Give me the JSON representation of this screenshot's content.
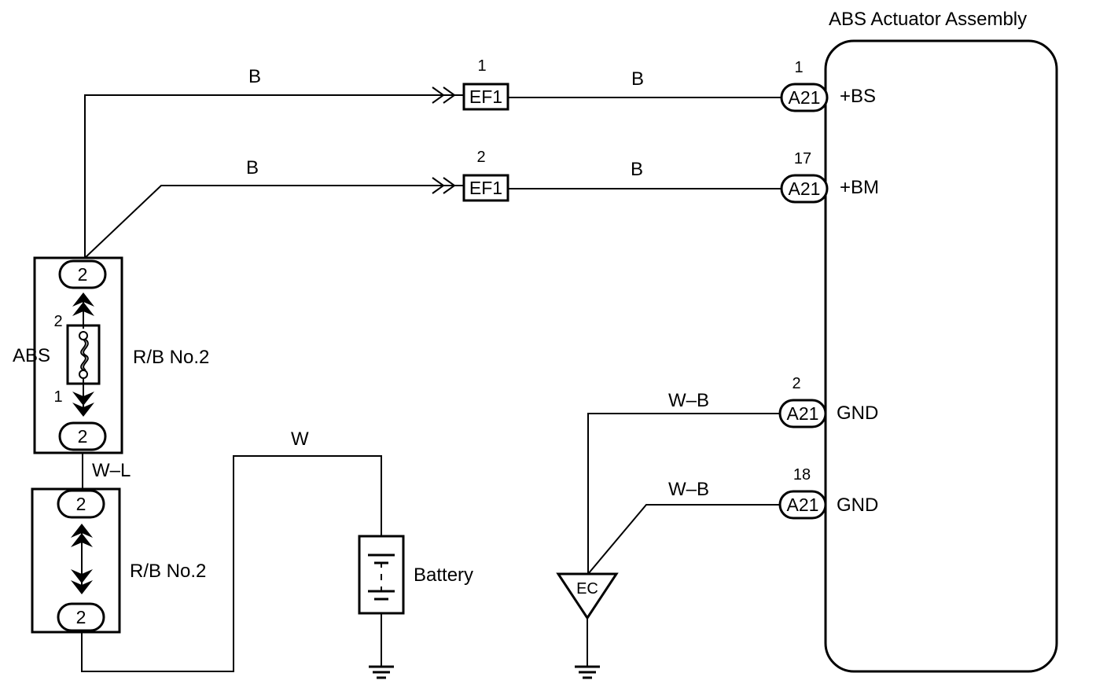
{
  "title": "ABS Actuator Assembly",
  "terminals": [
    {
      "pin": "1",
      "connector": "A21",
      "name": "+BS"
    },
    {
      "pin": "17",
      "connector": "A21",
      "name": "+BM"
    },
    {
      "pin": "2",
      "connector": "A21",
      "name": "GND"
    },
    {
      "pin": "18",
      "connector": "A21",
      "name": "GND"
    }
  ],
  "fusible_connectors": [
    {
      "pin": "1",
      "connector": "EF1"
    },
    {
      "pin": "2",
      "connector": "EF1"
    }
  ],
  "wires": {
    "b_top_left": "B",
    "b_top_right": "B",
    "b_mid_left": "B",
    "b_mid_right": "B",
    "wb_upper": "W–B",
    "wb_lower": "W–B",
    "w": "W",
    "wl": "W–L"
  },
  "relay_block_upper": {
    "label": "R/B No.2",
    "fuse": "ABS",
    "pin_top": "2",
    "pin_bottom": "2",
    "fuse_pin_top": "2",
    "fuse_pin_bottom": "1"
  },
  "relay_block_lower": {
    "label": "R/B No.2",
    "pin_top": "2",
    "pin_bottom": "2"
  },
  "battery_label": "Battery",
  "ground_point": "EC"
}
